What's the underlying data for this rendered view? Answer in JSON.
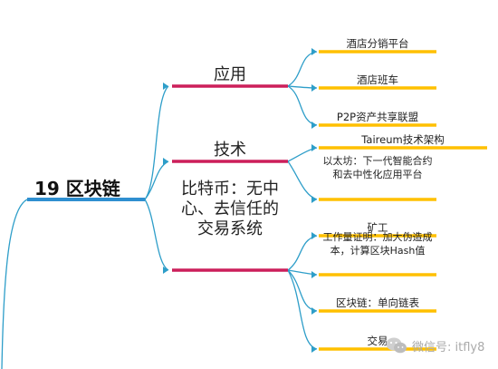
{
  "root": {
    "label": "19 区块链"
  },
  "branches": [
    {
      "label": "应用",
      "children": [
        "酒店分销平台",
        "酒店班车",
        "P2P资产共享联盟"
      ]
    },
    {
      "label": "技术",
      "children": [
        "Taireum技术架构",
        "以太坊：下一代智能合约和去中性化应用平台"
      ]
    },
    {
      "label": "比特币：无中心、去信任的交易系统",
      "children": [
        "矿工",
        "工作量证明：加大伪造成本，计算区块Hash值",
        "区块链：单向链表",
        "交易"
      ]
    }
  ],
  "watermark": {
    "text": "微信号: itfly8",
    "icon": "wechat-icon"
  },
  "colors": {
    "root_bar": "#2f8fd0",
    "branch_bar": "#cc1f5a",
    "leaf_bar": "#ffc000",
    "connector": "#2e9ec9"
  }
}
